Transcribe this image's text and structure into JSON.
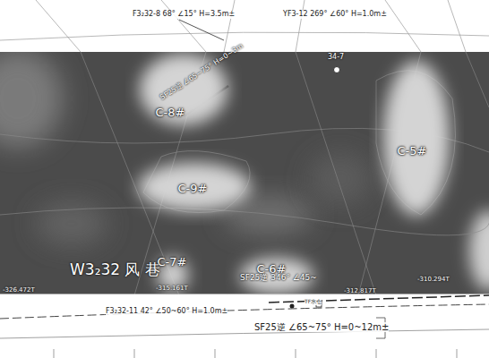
{
  "diagram": {
    "nodes": [
      {
        "text": [
          "C-8#"
        ]
      },
      {
        "text": [
          "C-5#"
        ]
      },
      {
        "text": [
          "C-9#"
        ]
      },
      {
        "text": [
          "C-7#"
        ]
      },
      {
        "text": [
          "C-6#"
        ]
      }
    ],
    "labels": [
      "F3₂32-8 68° ∠15° H=3.5m±",
      "YF3-12 269° ∠60° H=1.0m±",
      "34-7",
      "SF25逆 ∠65~75° H=0~3m",
      "W3₂32 风 巷",
      "SF25逆 346° ∠45~",
      "-326.472T",
      "-315.161T",
      "-312.817T",
      "-310.294T",
      "F3₂32-11 42° ∠50~60° H=1.0m±",
      "SF25逆 ∠65~75° H=0~12m±",
      "TF水仓"
    ]
  }
}
